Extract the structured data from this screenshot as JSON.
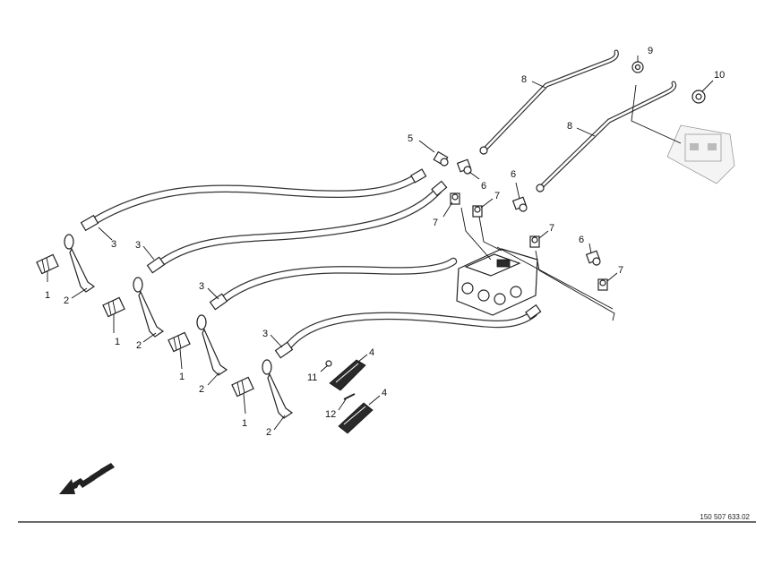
{
  "document_number": "150 507 633.02",
  "callouts": {
    "c1a": "1",
    "c1b": "1",
    "c1c": "1",
    "c1d": "1",
    "c2a": "2",
    "c2b": "2",
    "c2c": "2",
    "c2d": "2",
    "c3a": "3",
    "c3b": "3",
    "c3c": "3",
    "c3d": "3",
    "c4a": "4",
    "c4b": "4",
    "c5": "5",
    "c6a": "6",
    "c6b": "6",
    "c6c": "6",
    "c7a": "7",
    "c7b": "7",
    "c7c": "7",
    "c7d": "7",
    "c8a": "8",
    "c8b": "8",
    "c9": "9",
    "c10": "10",
    "c11": "11",
    "c12": "12"
  }
}
